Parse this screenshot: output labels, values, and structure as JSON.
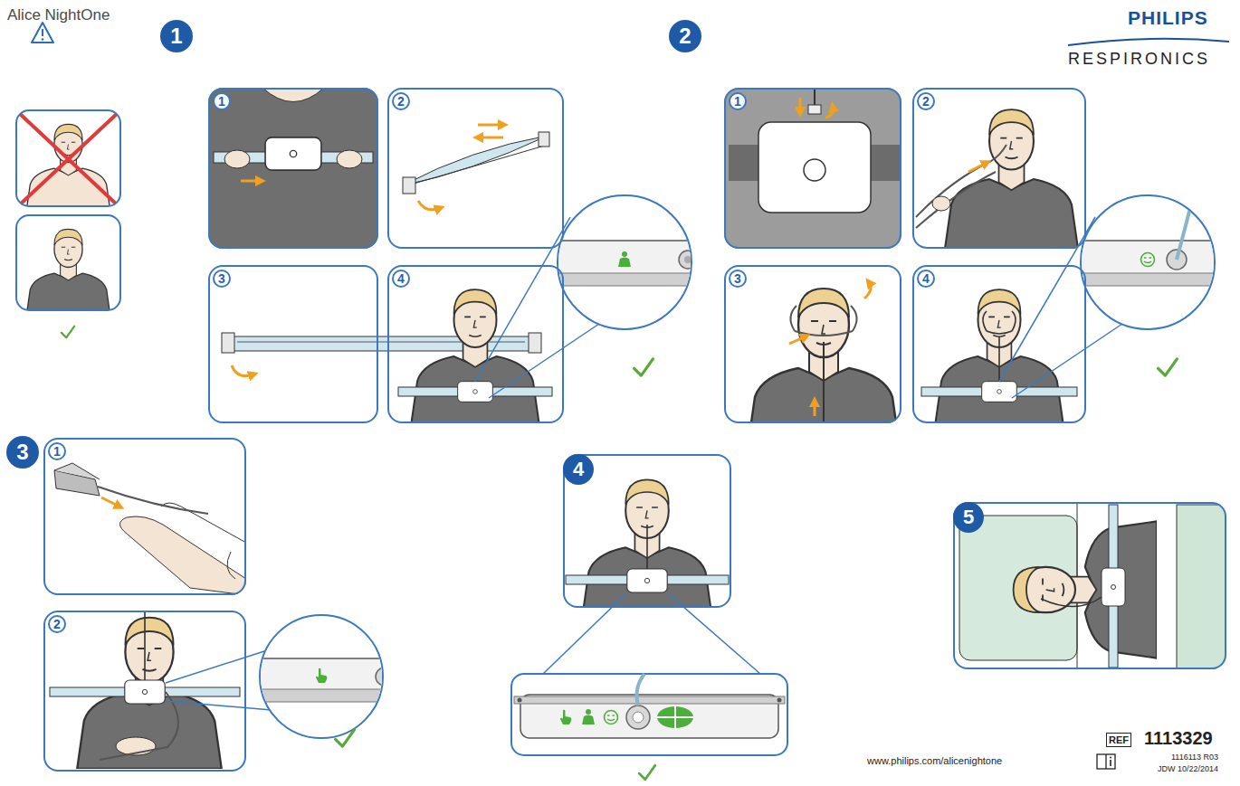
{
  "diagram": {
    "title": "Alice NightOne",
    "nodes": [
      {
        "text": [
          "1"
        ]
      },
      {
        "text": [
          "2"
        ]
      },
      {
        "text": [
          "3"
        ]
      },
      {
        "text": [
          "4"
        ]
      },
      {
        "text": [
          "1"
        ]
      },
      {
        "text": [
          "2"
        ]
      },
      {
        "text": [
          "3"
        ]
      },
      {
        "text": [
          "4"
        ]
      },
      {
        "text": [
          "1"
        ]
      },
      {
        "text": [
          "2"
        ]
      },
      {
        "text": [
          "4"
        ]
      },
      {
        "text": [
          "5"
        ]
      }
    ],
    "labels": [
      "PHILIPS",
      "RESPIRONICS",
      "1",
      "2",
      "3",
      "REF",
      "1113329",
      "www.philips.com/alicenightone",
      "1116113 R03",
      "JDW 10/22/2014"
    ]
  }
}
